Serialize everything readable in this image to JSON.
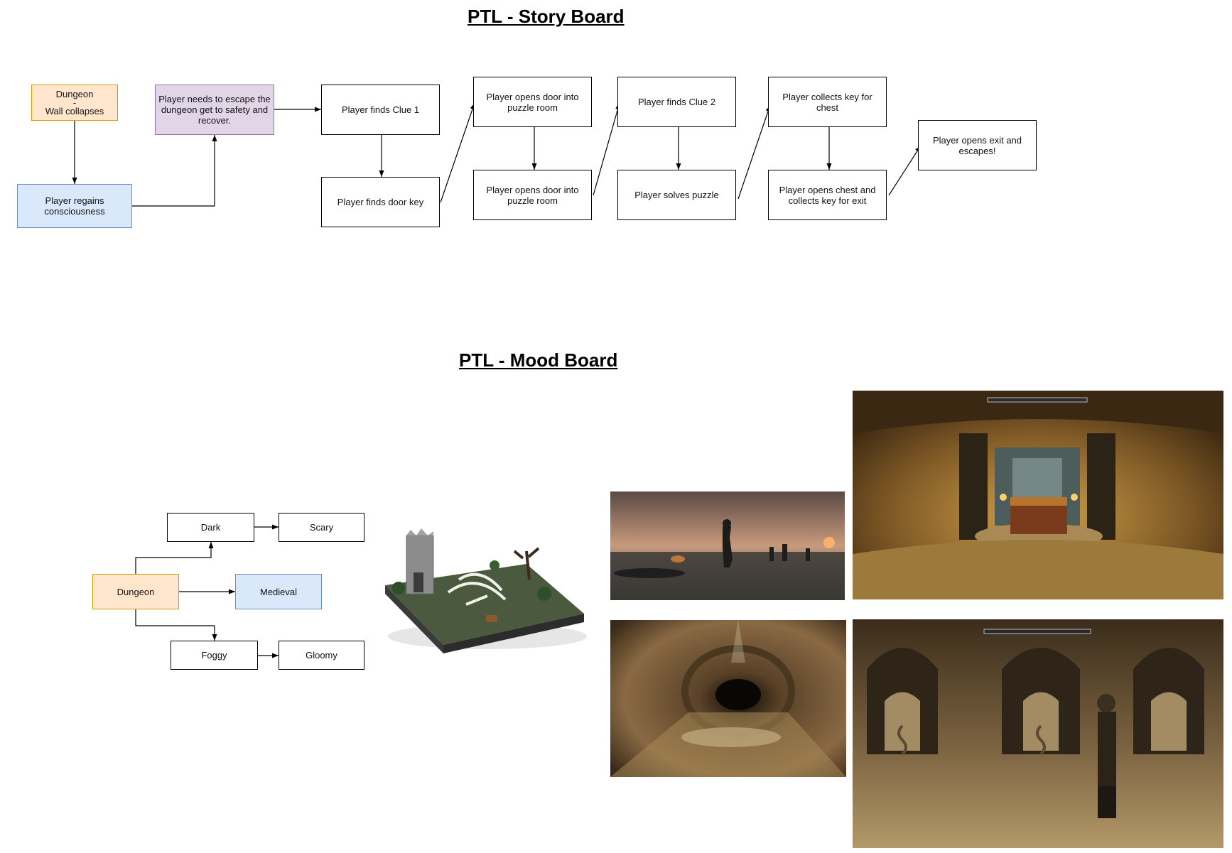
{
  "story_board": {
    "title": "PTL - Story Board",
    "nodes": {
      "dungeon_wall": {
        "line1": "Dungeon",
        "line2": "-",
        "line3": "Wall collapses"
      },
      "regains": "Player regains consciousness",
      "escape": "Player needs to escape the dungeon get to safety and recover.",
      "clue1": "Player finds Clue 1",
      "door_key": "Player finds door key",
      "open_door_1": "Player opens door into puzzle room",
      "open_door_2": "Player opens door into puzzle room",
      "clue2": "Player finds Clue 2",
      "solves": "Player solves puzzle",
      "collects_key": "Player collects key for chest",
      "opens_chest": "Player opens chest and collects key for exit",
      "exit": "Player opens exit and escapes!"
    }
  },
  "mood_board": {
    "title": "PTL - Mood Board",
    "nodes": {
      "dark": "Dark",
      "scary": "Scary",
      "dungeon": "Dungeon",
      "medieval": "Medieval",
      "foggy": "Foggy",
      "gloomy": "Gloomy"
    },
    "images": [
      "lego-ruined-tower-diorama",
      "foggy-battlefield-at-dusk",
      "dungeon-treasure-chest-chamber",
      "stone-tunnel-corridor",
      "dungeon-puzzle-door-chamber"
    ]
  },
  "colors": {
    "orange_fill": "#ffe6cc",
    "orange_stroke": "#d79b00",
    "blue_fill": "#dae8fc",
    "blue_stroke": "#6c8ebf",
    "purple_fill": "#e1d5e7",
    "purple_stroke": "#9673a6"
  }
}
